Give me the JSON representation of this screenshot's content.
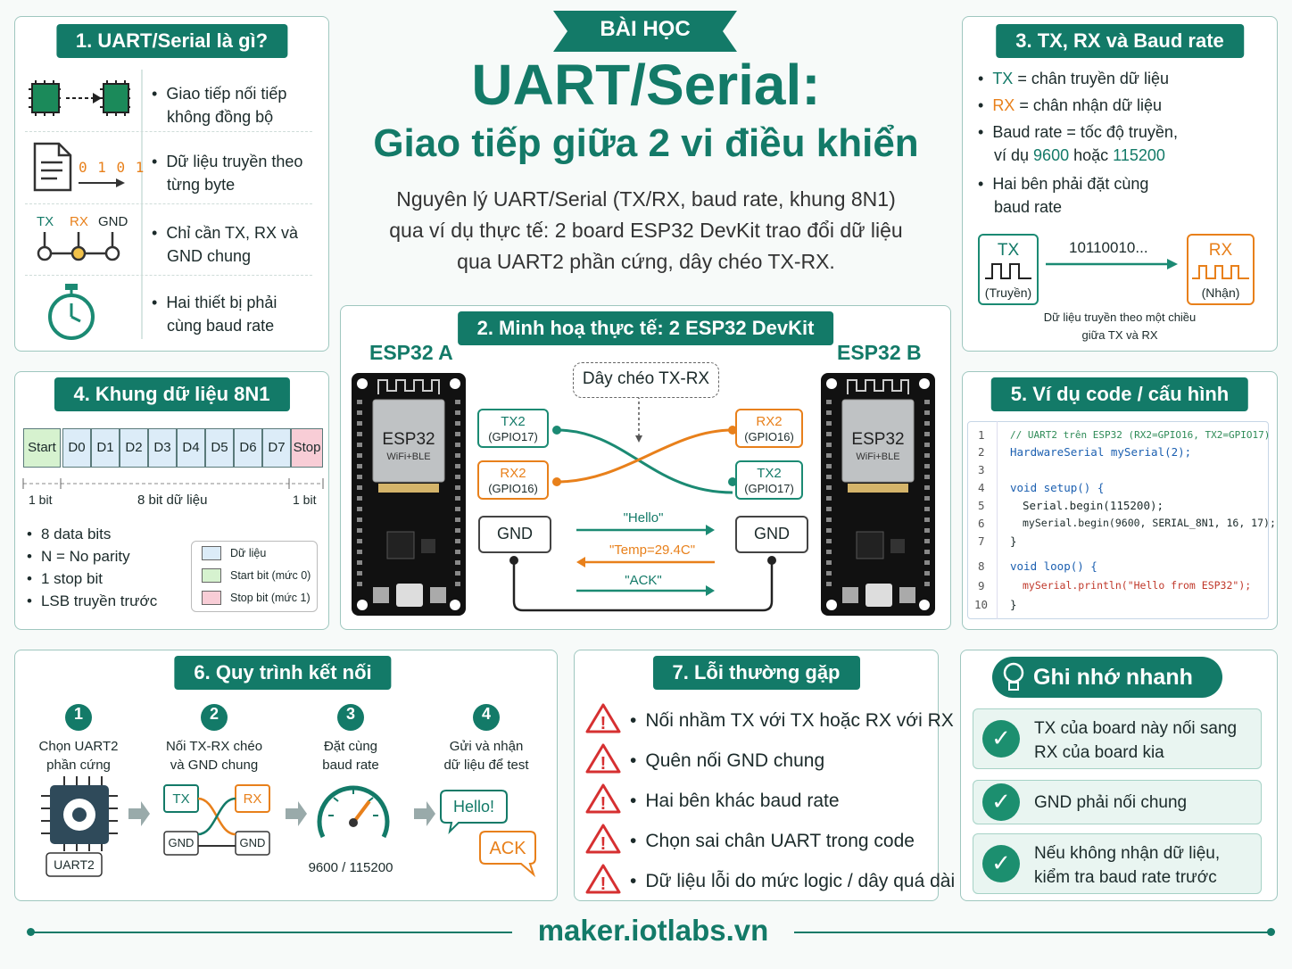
{
  "header": {
    "badge": "BÀI HỌC",
    "title": "UART/Serial:",
    "subtitle": "Giao tiếp giữa 2 vi điều khiển",
    "desc1": "Nguyên lý UART/Serial (TX/RX, baud rate, khung 8N1)",
    "desc2": "qua ví dụ thực tế: 2 board ESP32 DevKit trao đổi dữ liệu",
    "desc3": "qua UART2 phần cứng, dây chéo TX-RX."
  },
  "s1": {
    "title": "1. UART/Serial là gì?",
    "bits": "0 1 0 1",
    "tx": "TX",
    "rx": "RX",
    "gnd": "GND",
    "items": [
      {
        "l1": "Giao tiếp nối tiếp",
        "l2": "không đồng bộ"
      },
      {
        "l1": "Dữ liệu truyền theo",
        "l2": "từng byte"
      },
      {
        "l1": "Chỉ cần TX, RX và",
        "l2": "GND chung"
      },
      {
        "l1": "Hai thiết bị phải",
        "l2": "cùng baud rate"
      }
    ]
  },
  "s2": {
    "title": "2. Minh hoạ thực tế: 2 ESP32 DevKit",
    "board_a": "ESP32 A",
    "board_b": "ESP32 B",
    "chip": "ESP32",
    "chip_sub": "WiFi+BLE",
    "cross": "Dây chéo TX-RX",
    "a_tx": "TX2",
    "a_tx_pin": "(GPIO17)",
    "a_rx": "RX2",
    "a_rx_pin": "(GPIO16)",
    "b_rx": "RX2",
    "b_rx_pin": "(GPIO16)",
    "b_tx": "TX2",
    "b_tx_pin": "(GPIO17)",
    "gnd": "GND",
    "msg1": "\"Hello\"",
    "msg2": "\"Temp=29.4C\"",
    "msg3": "\"ACK\""
  },
  "s3": {
    "title": "3. TX, RX và Baud rate",
    "tx": "TX",
    "tx_desc": "= chân truyền dữ liệu",
    "rx": "RX",
    "rx_desc": "= chân nhận dữ liệu",
    "baud1": "Baud rate = tốc độ truyền,",
    "baud2_pre": "ví dụ",
    "baud_v1": "9600",
    "baud2_mid": "hoặc",
    "baud_v2": "115200",
    "same1": "Hai bên phải đặt cùng",
    "same2": "baud rate",
    "tx_box": "TX",
    "tx_sub": "(Truyền)",
    "rx_box": "RX",
    "rx_sub": "(Nhận)",
    "stream": "10110010...",
    "note1": "Dữ liệu truyền theo một chiều",
    "note2": "giữa TX và RX"
  },
  "s4": {
    "title": "4. Khung dữ liệu 8N1",
    "frame": [
      "Start",
      "D0",
      "D1",
      "D2",
      "D3",
      "D4",
      "D5",
      "D6",
      "D7",
      "Stop"
    ],
    "bit1": "1 bit",
    "bit8": "8 bit dữ liệu",
    "bit1b": "1 bit",
    "items": [
      "8 data bits",
      "N = No parity",
      "1 stop bit",
      "LSB truyền trước"
    ],
    "legend": [
      "Dữ liệu",
      "Start bit (mức 0)",
      "Stop bit (mức 1)"
    ]
  },
  "s5": {
    "title": "5. Ví dụ code / cấu hình",
    "lines": [
      "// UART2 trên ESP32 (RX2=GPIO16, TX2=GPIO17)",
      "HardwareSerial mySerial(2);",
      "",
      "void setup() {",
      "Serial.begin(115200);",
      "mySerial.begin(9600, SERIAL_8N1, 16, 17);",
      "}",
      "void loop() {",
      "mySerial.println(\"Hello from ESP32\");",
      "}"
    ]
  },
  "s6": {
    "title": "6. Quy trình kết nối",
    "steps": [
      {
        "n": "1",
        "l1": "Chọn UART2",
        "l2": "phần cứng"
      },
      {
        "n": "2",
        "l1": "Nối TX-RX chéo",
        "l2": "và GND chung"
      },
      {
        "n": "3",
        "l1": "Đặt cùng",
        "l2": "baud rate"
      },
      {
        "n": "4",
        "l1": "Gửi và nhận",
        "l2": "dữ liệu để test"
      }
    ],
    "uart": "UART2",
    "tx": "TX",
    "rx": "RX",
    "gnd": "GND",
    "baud": "9600 / 115200",
    "hello": "Hello!",
    "ack": "ACK"
  },
  "s7": {
    "title": "7. Lỗi thường gặp",
    "items": [
      "Nối nhầm TX với TX hoặc RX với RX",
      "Quên nối GND chung",
      "Hai bên khác baud rate",
      "Chọn sai chân UART trong code",
      "Dữ liệu lỗi do mức logic / dây quá dài"
    ]
  },
  "memo": {
    "title": "Ghi nhớ nhanh",
    "items": [
      {
        "l1": "TX của board này nối sang",
        "l2": "RX của board kia"
      },
      {
        "l1": "GND phải nối chung",
        "l2": ""
      },
      {
        "l1": "Nếu không nhận dữ liệu,",
        "l2": "kiểm tra baud rate trước"
      }
    ]
  },
  "footer": "maker.iotlabs.vn",
  "colors": {
    "teal": "#137a68",
    "orange": "#e8801b",
    "start": "#d6f2cf",
    "stop": "#f8cdd6",
    "data": "#dcecf8"
  }
}
